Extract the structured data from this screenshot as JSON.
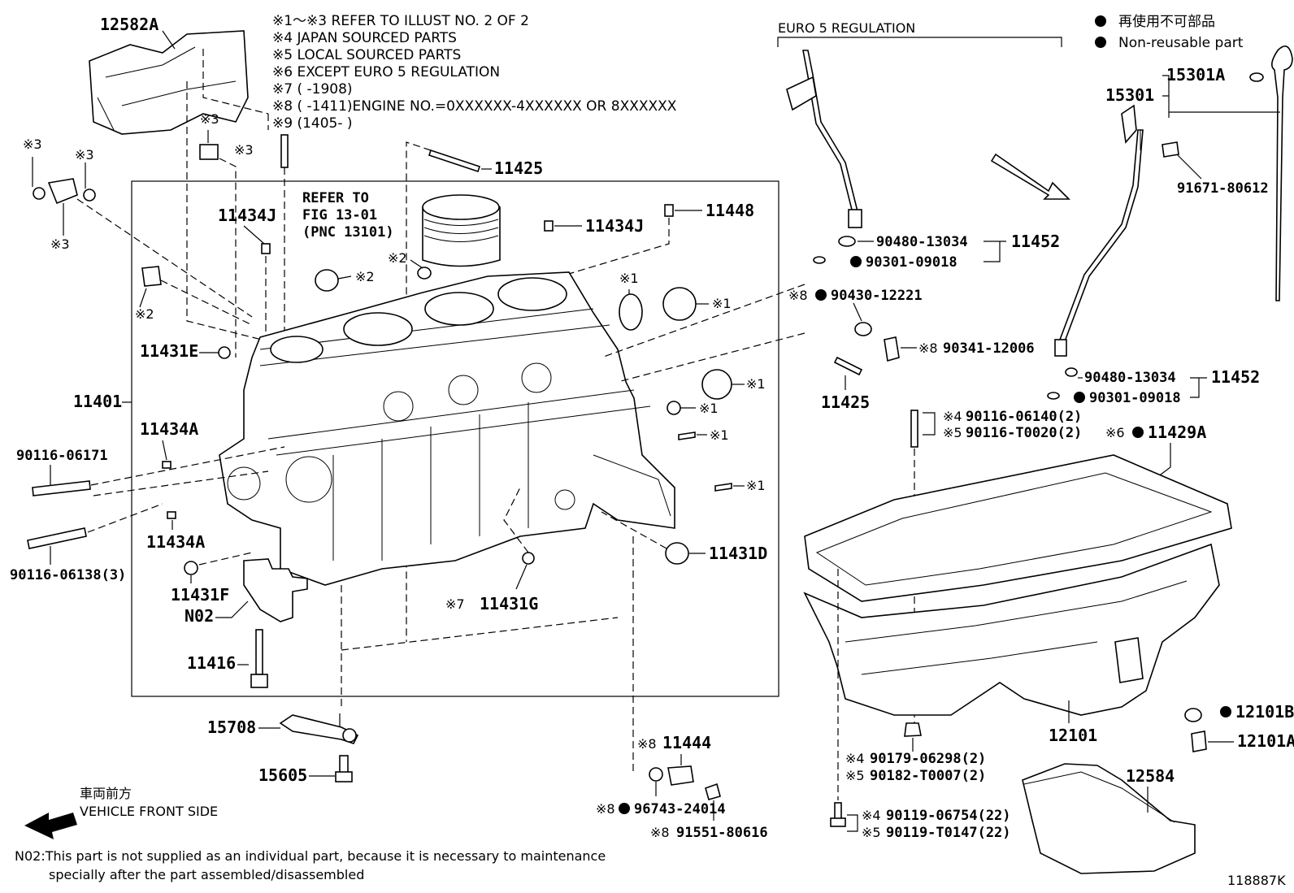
{
  "notes": [
    "※1～※3  REFER TO ILLUST NO. 2 OF 2",
    "※4 JAPAN SOURCED PARTS",
    "※5 LOCAL SOURCED PARTS",
    "※6 EXCEPT EURO 5 REGULATION",
    "※7 (        -1908)",
    "※8 (        -1411)ENGINE NO.=0XXXXXX-4XXXXXX OR 8XXXXXX",
    "※9 (1405-        )"
  ],
  "euro5_heading": "EURO 5 REGULATION",
  "legend": {
    "jp": "再使用不可部品",
    "en": "Non-reusable part"
  },
  "refer": {
    "line1": "REFER TO",
    "line2": "FIG 13-01",
    "line3": "(PNC 13101)"
  },
  "parts": {
    "p12582A": "12582A",
    "p11425a": "11425",
    "p11434J_a": "11434J",
    "p11434J_b": "11434J",
    "p11448": "11448",
    "p11431E": "11431E",
    "p11401": "11401",
    "p11434A_a": "11434A",
    "p11434A_b": "11434A",
    "p90116_06171": "90116-06171",
    "p90116_06138": "90116-06138(3)",
    "p11431F": "11431F",
    "pN02": "N02",
    "p11416": "11416",
    "p11431G": "11431G",
    "p11431D": "11431D",
    "p15708": "15708",
    "p15605": "15605",
    "p11444": "11444",
    "p96743": "96743-24014",
    "p91551": "91551-80616",
    "p90480a": "90480-13034",
    "p90301a": "90301-09018",
    "p11452a": "11452",
    "p90430": "90430-12221",
    "p90341": "90341-12006",
    "p11425b": "11425",
    "p90116_06140": "90116-06140(2)",
    "p90116_T0020": "90116-T0020(2)",
    "p11429A": "11429A",
    "p15301A": "15301A",
    "p15301": "15301",
    "p91671": "91671-80612",
    "p90480b": "90480-13034",
    "p90301b": "90301-09018",
    "p11452b": "11452",
    "p12101": "12101",
    "p12101B": "12101B",
    "p12101A": "12101A",
    "p90179": "90179-06298(2)",
    "p90182": "90182-T0007(2)",
    "p90119_06754": "90119-06754(22)",
    "p90119_T0147": "90119-T0147(22)",
    "p12584": "12584"
  },
  "marks": {
    "m3a": "※3",
    "m3b": "※3",
    "m3c": "※3",
    "m3d": "※3",
    "m3e": "※3",
    "m2a": "※2",
    "m2b": "※2",
    "m2c": "※2",
    "m1a": "※1",
    "m1b": "※1",
    "m1c": "※1",
    "m1d": "※1",
    "m1e": "※1",
    "m1f": "※1",
    "m7": "※7",
    "m8a": "※8",
    "m8b": "※8",
    "m8c": "※8",
    "m8d": "※8",
    "m8e": "※8",
    "m4a": "※4",
    "m5a": "※5",
    "m6": "※6",
    "m4b": "※4",
    "m5b": "※5",
    "m4c": "※4",
    "m5c": "※5"
  },
  "front": {
    "jp": "車両前方",
    "en": "VEHICLE FRONT SIDE"
  },
  "footnote": {
    "line1": "N02:This part is not supplied as an individual part, because it is necessary to maintenance",
    "line2": "specially after the part assembled/disassembled"
  },
  "illust_no": "118887K"
}
